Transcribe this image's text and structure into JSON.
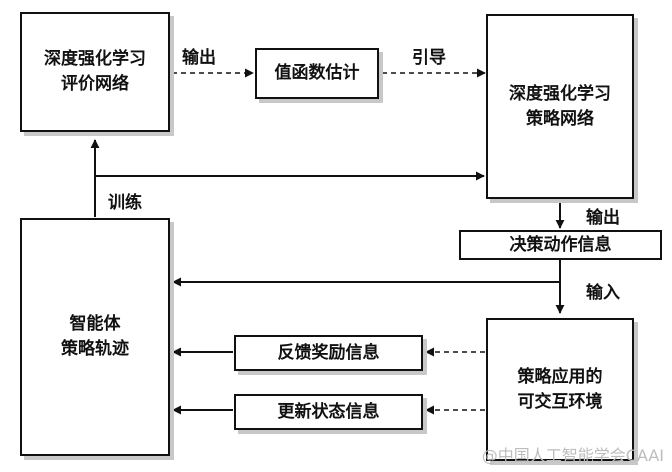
{
  "nodes": {
    "eval_net": "深度强化学习\n评价网络",
    "value_est": "值函数估计",
    "policy_net": "深度强化学习\n策略网络",
    "decision_info": "决策动作信息",
    "trajectory": "智能体\n策略轨迹",
    "feedback_reward": "反馈奖励信息",
    "update_state": "更新状态信息",
    "environment": "策略应用的\n可交互环境"
  },
  "edge_labels": {
    "output_1": "输出",
    "guide": "引导",
    "train": "训练",
    "output_2": "输出",
    "input": "输入"
  },
  "watermark": "@中国人工智能学会CAAI"
}
